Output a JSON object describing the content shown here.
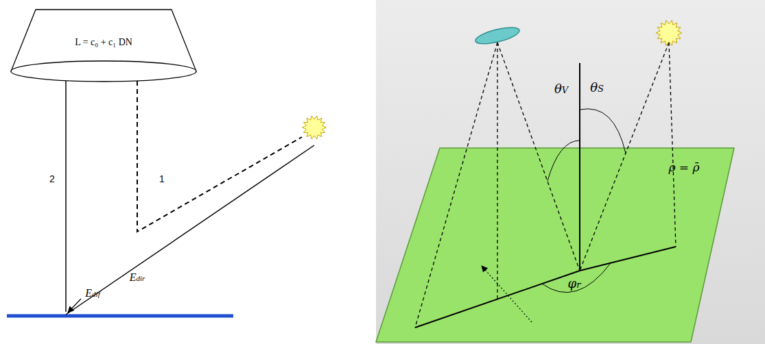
{
  "diagram": {
    "nodes": [
      {
        "text": [
          "L = c₀ + c₁ DN"
        ]
      },
      {
        "text": [
          "ρ = ρ̄",
          "φr"
        ]
      }
    ],
    "labels": [
      "2",
      "1",
      "Edif",
      "Edir",
      "θV",
      "θS"
    ]
  }
}
